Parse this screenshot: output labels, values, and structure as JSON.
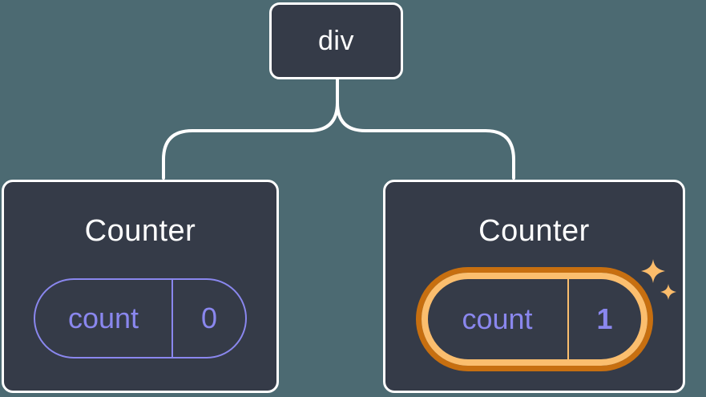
{
  "diagram": {
    "description": "Component tree: div root with two Counter children",
    "background_color": "#4C6A72",
    "root_node": {
      "label": "div"
    },
    "children": [
      {
        "title": "Counter",
        "state_key": "count",
        "state_value": "0",
        "highlighted": false
      },
      {
        "title": "Counter",
        "state_key": "count",
        "state_value": "1",
        "highlighted": true
      }
    ],
    "colors": {
      "node_bg": "#353B48",
      "node_border": "#FFFFFF",
      "connector": "#FFFFFF",
      "state_purple": "#8A87EE",
      "highlight_orange_dark": "#C76F10",
      "highlight_orange_light": "#FBBE6E",
      "sparkle_orange": "#FBBC6B"
    },
    "icons": {
      "sparkle_large": "sparkle-icon",
      "sparkle_small": "sparkle-icon"
    }
  }
}
